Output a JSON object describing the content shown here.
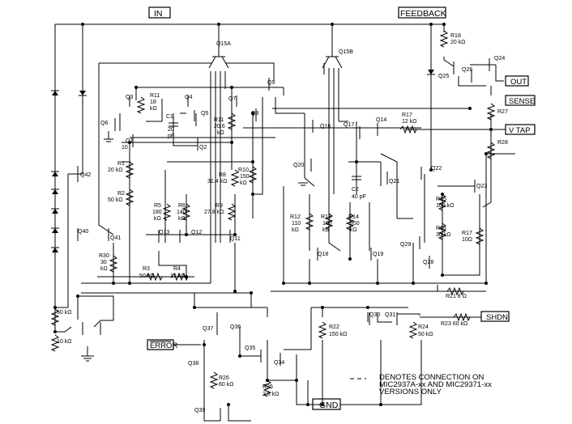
{
  "pins": {
    "in": "IN",
    "feedback": "FEEDBACK",
    "out": "OUT",
    "sense": "SENSE",
    "vtap": "V TAP",
    "shdn": "SHDN",
    "error": "ERROR",
    "gnd": "GND"
  },
  "labels": {
    "q15a": "Q15A",
    "q15b": "Q15B",
    "r18": "R18",
    "r18_val": "20 kΩ",
    "q24": "Q24",
    "q26": "Q26",
    "q25": "Q25",
    "r27": "R27",
    "r28_top": "R28",
    "r17_top": "R17",
    "r17_top_val": "12 kΩ",
    "r11_top": "R11",
    "r11_top_v1": "18",
    "r11_top_v2": "kΩ",
    "q3": "Q3",
    "q4": "Q4",
    "q7": "Q7",
    "q9": "Q9",
    "q5": "Q5",
    "q8": "Q8",
    "q6": "Q6",
    "c1": "C1",
    "c1_val": "20",
    "c1_unit": "pF",
    "r11_mid": "R11",
    "r11_mid_v1": "20.6",
    "r11_mid_v2": "kΩ",
    "q1": "Q1",
    "q1_ratio": "10",
    "q2": "Q2",
    "r1": "R1",
    "r1_val": "20 kΩ",
    "r2": "R2",
    "r2_val": "50 kΩ",
    "r8": "R8",
    "r8_val": "31.4 kΩ",
    "r10": "R10",
    "r10_v1": "150",
    "r10_v2": "kΩ",
    "r5": "R5",
    "r5_v1": "180",
    "r5_v2": "kΩ",
    "r6": "R6",
    "r6_v1": "140",
    "r6_v2": "kΩ",
    "r9": "R9",
    "r9_val": "27.8 kΩ",
    "q13": "Q13",
    "q12": "Q12",
    "q11": "Q11",
    "q40": "Q40",
    "q41": "Q41",
    "q42": "Q42",
    "r30": "R30",
    "r30_v1": "30",
    "r30_v2": "kΩ",
    "r3": "R3",
    "r3_val": "50 kΩ",
    "r4": "R4",
    "r4_val": "13 kΩ",
    "q16": "Q16",
    "q17": "Q17",
    "q14": "Q14",
    "q20": "Q20",
    "c2": "C2",
    "c2_val": "40 pF",
    "q21": "Q21",
    "r12": "R12",
    "r12_v1": "110",
    "r12_v2": "kΩ",
    "r13": "R13",
    "r13_v1": "100",
    "r13_v2": "kΩ",
    "r14": "R14",
    "r14_v1": "350",
    "r14_v2": "kΩ",
    "q18": "Q18",
    "q19": "Q19",
    "q22": "Q22",
    "q23": "Q23",
    "r15": "R15",
    "r15_val": "100 kΩ",
    "r16": "R16",
    "r16_val": "30 kΩ",
    "r17_right": "R17",
    "r17_right_val": "10Ω",
    "q29": "Q29",
    "q28": "Q28",
    "r21": "R21  8 Ω",
    "r_50k": "50 kΩ",
    "r_10k": "10 kΩ",
    "q37": "Q37",
    "q36": "Q36",
    "q35": "Q35",
    "q34": "Q34",
    "q38": "Q38",
    "r26": "R26",
    "r26_val": "60 kΩ",
    "r25": "R25",
    "r25_val": "2.8 kΩ",
    "q39": "Q39",
    "r22": "R22",
    "r22_val": "150 kΩ",
    "q30": "Q30",
    "q31": "Q31",
    "r24": "R24",
    "r24_val": "50 kΩ",
    "r23": "R23  60 kΩ"
  },
  "note": {
    "line1": "DENOTES CONNECTION ON",
    "line2": "MIC2937A-xx AND MIC29371-xx",
    "line3": "VERSIONS ONLY"
  }
}
